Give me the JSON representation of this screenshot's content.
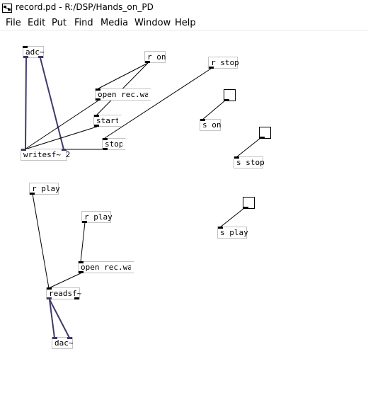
{
  "window": {
    "title": "record.pd  - R:/DSP/Hands_on_PD",
    "app_icon": "pd-patch-icon"
  },
  "menu": {
    "items": [
      "File",
      "Edit",
      "Put",
      "Find",
      "Media",
      "Window",
      "Help"
    ]
  },
  "patch": {
    "objects": {
      "adc": "adc~",
      "writesf": "writesf~ 2",
      "r_on": "r on",
      "r_stop": "r stop",
      "s_on": "s on",
      "s_stop": "s stop",
      "r_play_1": "r play",
      "r_play_2": "r play",
      "s_play": "s play",
      "readsf": "readsf~",
      "dac": "dac~"
    },
    "messages": {
      "open_rec_1": "open rec.wav",
      "start": "start",
      "stop": "stop",
      "open_rec_2": "open rec.wav"
    }
  },
  "colors": {
    "signal_wire": "#3f3a6a",
    "control_wire": "#000000",
    "box_border": "#c4c4c4"
  }
}
